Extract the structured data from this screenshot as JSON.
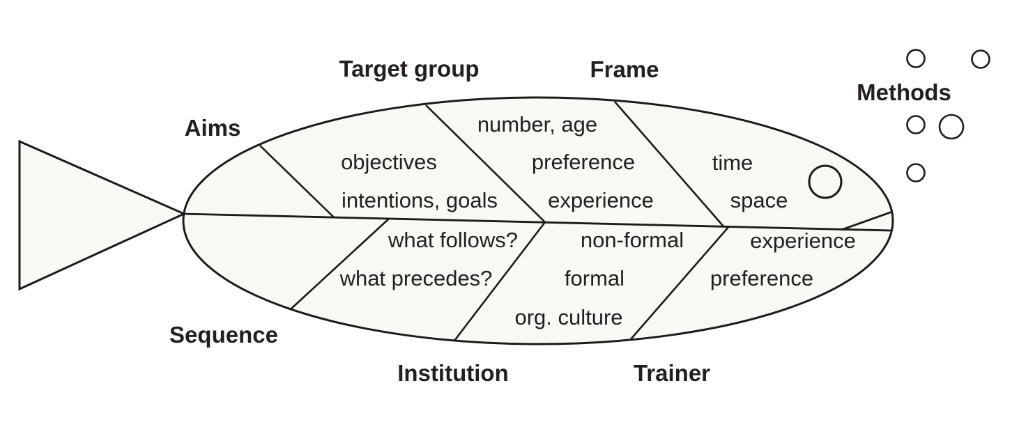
{
  "colors": {
    "background": "#ffffff",
    "body_fill": "#f9f8f4",
    "stroke": "#1d1b1a",
    "text": "#231f20"
  },
  "diagram": {
    "type": "fishbone-fish",
    "head": {
      "label": "Methods"
    },
    "top_sections": [
      {
        "label": "Aims",
        "items": [
          "objectives",
          "intentions, goals"
        ]
      },
      {
        "label": "Target group",
        "items": [
          "number, age",
          "preference",
          "experience"
        ]
      },
      {
        "label": "Frame",
        "items": [
          "time",
          "space"
        ]
      }
    ],
    "bottom_sections": [
      {
        "label": "Sequence",
        "items": [
          "what follows?",
          "what precedes?"
        ]
      },
      {
        "label": "Institution",
        "items": [
          "non-formal",
          "formal",
          "org. culture"
        ]
      },
      {
        "label": "Trainer",
        "items": [
          "experience",
          "preference"
        ]
      }
    ]
  }
}
